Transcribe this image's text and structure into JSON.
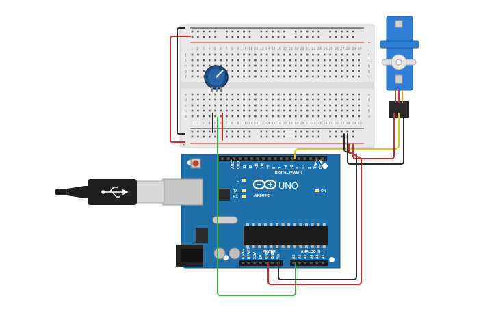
{
  "breadboard": {
    "column_numbers": [
      "1",
      "2",
      "3",
      "4",
      "5",
      "6",
      "7",
      "8",
      "9",
      "10",
      "11",
      "12",
      "13",
      "14",
      "15",
      "16",
      "17",
      "18",
      "19",
      "20",
      "21",
      "22",
      "23",
      "24",
      "25",
      "26",
      "27",
      "28",
      "29",
      "30"
    ],
    "row_letters_top": [
      "j",
      "i",
      "h",
      "g",
      "f"
    ],
    "row_letters_bottom": [
      "e",
      "d",
      "c",
      "b",
      "a"
    ],
    "rail_plus": "+",
    "rail_minus": "-"
  },
  "arduino": {
    "model": "UNO",
    "brand": "ARDUINO",
    "digital_header_label": "DIGITAL (PWM~)",
    "digital_pins": [
      "AREF",
      "GND",
      "13",
      "12",
      "~11",
      "~10",
      "~9",
      "8",
      "7",
      "~6",
      "~5",
      "4",
      "~3",
      "2",
      "TX▶1",
      "RX◀0"
    ],
    "power_header_label": "POWER",
    "power_pins": [
      "IOREF",
      "RESET",
      "3.3V",
      "5V",
      "GND",
      "GND",
      "Vin"
    ],
    "analog_header_label": "ANALOG IN",
    "analog_pins": [
      "A0",
      "A1",
      "A2",
      "A3",
      "A4",
      "A5"
    ],
    "led_labels": [
      "L",
      "TX",
      "RX",
      "ON"
    ]
  },
  "colors": {
    "board_blue": "#1f6fa8",
    "wire_red": "#d42a2a",
    "wire_black": "#2a2a2a",
    "wire_green": "#3cb043",
    "wire_yellow": "#e8c21c",
    "servo_blue": "#2f7fd6"
  },
  "components": [
    "breadboard-half",
    "potentiometer",
    "micro-servo",
    "arduino-uno",
    "usb-cable"
  ]
}
